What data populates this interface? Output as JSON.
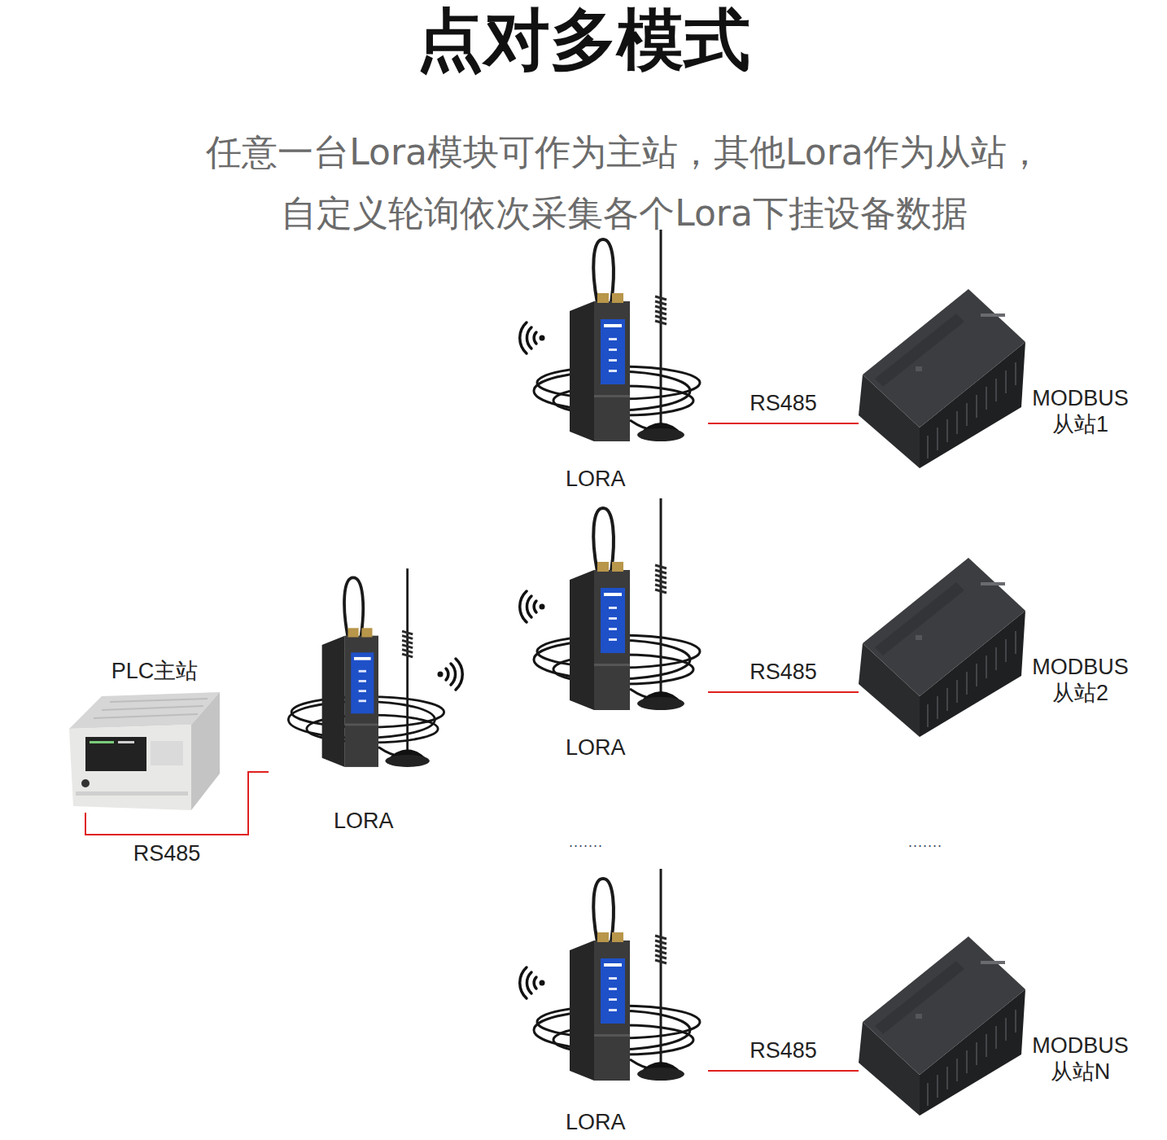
{
  "diagram": {
    "title": "点对多模式",
    "caption": "任意一台Lora模块可作为主站，其他Lora作为从站， 自定义轮询依次采集各个Lora下挂设备数据",
    "nodes": [
      {
        "text": [
          "PLC主站"
        ]
      },
      {
        "text": [
          "LORA"
        ]
      },
      {
        "text": [
          "LORA"
        ]
      },
      {
        "text": [
          "MODBUS 从站1"
        ]
      },
      {
        "text": [
          "LORA"
        ]
      },
      {
        "text": [
          "MODBUS 从站2"
        ]
      },
      {
        "text": [
          "LORA"
        ]
      },
      {
        "text": [
          "MODBUS 从站N"
        ]
      }
    ],
    "edges": [
      {
        "from": 0,
        "to": 1,
        "label": "RS485",
        "arrow": "none"
      },
      {
        "from": 2,
        "to": 3,
        "label": "RS485",
        "arrow": "none"
      },
      {
        "from": 4,
        "to": 5,
        "label": "RS485",
        "arrow": "none"
      },
      {
        "from": 6,
        "to": 7,
        "label": "RS485",
        "arrow": "none"
      }
    ],
    "labels": [
      ".......",
      "......."
    ]
  }
}
